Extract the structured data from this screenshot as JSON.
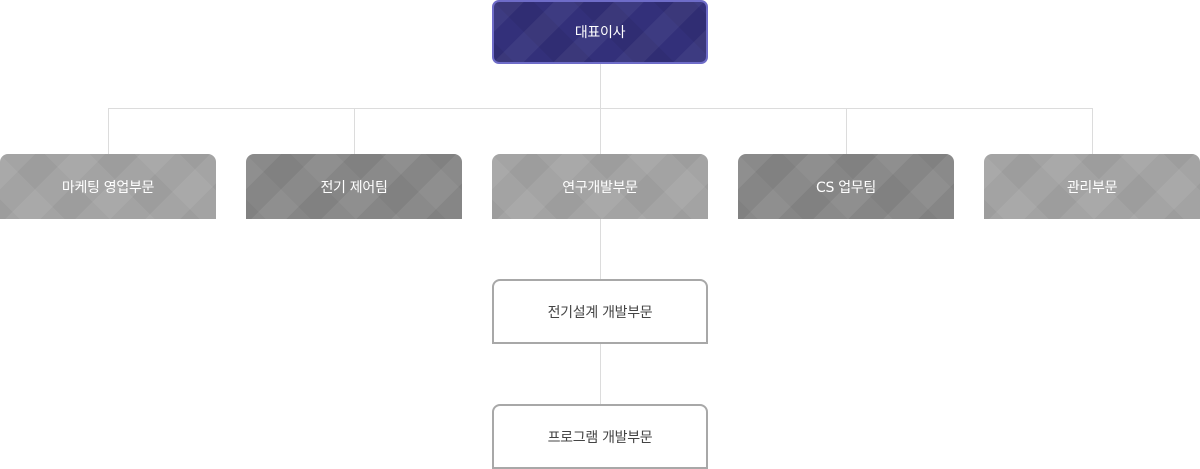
{
  "org_chart": {
    "top": {
      "label": "대표이사"
    },
    "departments": [
      {
        "label": "마케팅 영업부문"
      },
      {
        "label": "전기 제어팀"
      },
      {
        "label": "연구개발부문"
      },
      {
        "label": "CS 업무팀"
      },
      {
        "label": "관리부문"
      }
    ],
    "sub_units": [
      {
        "label": "전기설계 개발부문"
      },
      {
        "label": "프로그램 개발부문"
      }
    ]
  }
}
